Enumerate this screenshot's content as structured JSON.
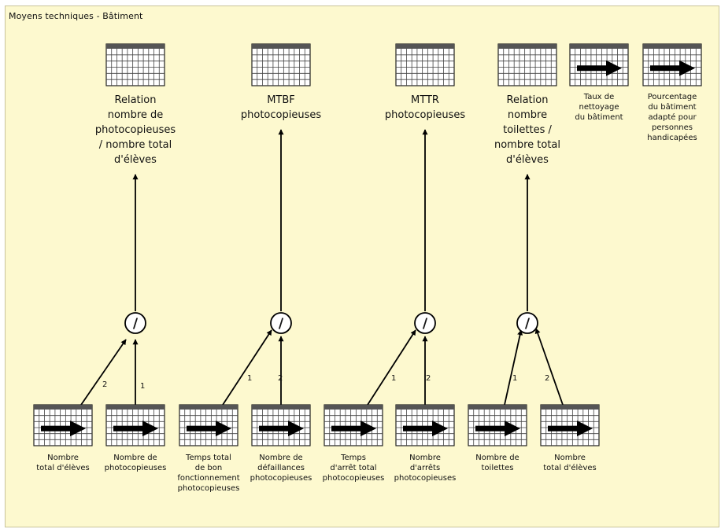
{
  "window": {
    "title": "Moyens techniques - Bâtiment"
  },
  "indicators": [
    {
      "id": "ind1",
      "lines": [
        "Relation",
        "nombre de",
        "photocopieuses",
        "/ nombre total",
        "d'élèves"
      ]
    },
    {
      "id": "ind2",
      "lines": [
        "MTBF",
        "photocopieuses"
      ]
    },
    {
      "id": "ind3",
      "lines": [
        "MTTR",
        "photocopieuses"
      ]
    },
    {
      "id": "ind4",
      "lines": [
        "Relation",
        "nombre",
        "toilettes /",
        "nombre total",
        "d'élèves"
      ]
    },
    {
      "id": "ind5",
      "lines": [
        "Taux de",
        "nettoyage",
        "du bâtiment"
      ]
    },
    {
      "id": "ind6",
      "lines": [
        "Pourcentage",
        "du bâtiment",
        "adapté pour",
        "personnes",
        "handicapées"
      ]
    }
  ],
  "operators": [
    {
      "id": "op1",
      "symbol": "/"
    },
    {
      "id": "op2",
      "symbol": "/"
    },
    {
      "id": "op3",
      "symbol": "/"
    },
    {
      "id": "op4",
      "symbol": "/"
    }
  ],
  "inputs": [
    {
      "id": "in1",
      "lines": [
        "Nombre",
        "total d'élèves"
      ],
      "edge_label": "2"
    },
    {
      "id": "in2",
      "lines": [
        "Nombre de",
        "photocopieuses"
      ],
      "edge_label": "1"
    },
    {
      "id": "in3",
      "lines": [
        "Temps total",
        "de bon",
        "fonctionnement",
        "photocopieuses"
      ],
      "edge_label": "1"
    },
    {
      "id": "in4",
      "lines": [
        "Nombre de",
        "défaillances",
        "photocopieuses"
      ],
      "edge_label": "2"
    },
    {
      "id": "in5",
      "lines": [
        "Temps",
        "d'arrêt total",
        "photocopieuses"
      ],
      "edge_label": "1"
    },
    {
      "id": "in6",
      "lines": [
        "Nombre",
        "d'arrêts",
        "photocopieuses"
      ],
      "edge_label": "2"
    },
    {
      "id": "in7",
      "lines": [
        "Nombre de",
        "toilettes"
      ],
      "edge_label": "1"
    },
    {
      "id": "in8",
      "lines": [
        "Nombre",
        "total d'élèves"
      ],
      "edge_label": "2"
    }
  ]
}
